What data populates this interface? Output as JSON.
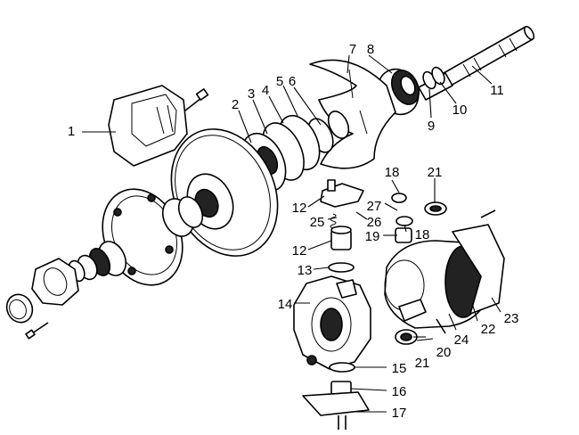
{
  "diagram": {
    "callouts": [
      "1",
      "2",
      "3",
      "4",
      "5",
      "6",
      "7",
      "8",
      "9",
      "10",
      "11",
      "12",
      "12",
      "13",
      "14",
      "15",
      "16",
      "17",
      "18",
      "18",
      "19",
      "20",
      "21",
      "21",
      "22",
      "23",
      "24",
      "25",
      "26",
      "27"
    ]
  }
}
